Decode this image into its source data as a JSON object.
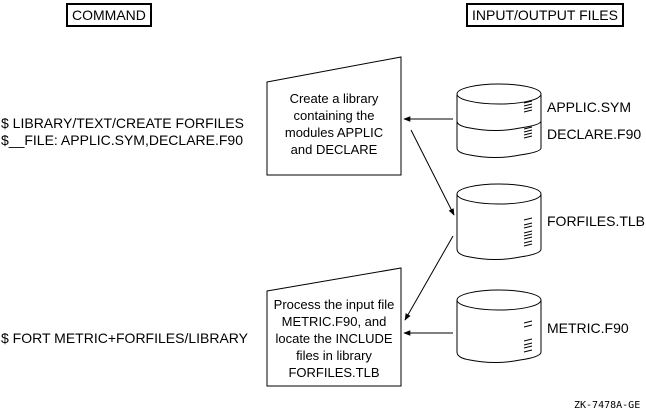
{
  "headers": {
    "command": "COMMAND",
    "files": "INPUT/OUTPUT FILES"
  },
  "commands": [
    "$ LIBRARY/TEXT/CREATE FORFILES",
    "$__FILE: APPLIC.SYM,DECLARE.F90",
    "$ FORT  METRIC+FORFILES/LIBRARY"
  ],
  "processes": [
    {
      "lines": [
        "Create a library",
        "containing the",
        "modules APPLIC",
        "and DECLARE"
      ]
    },
    {
      "lines": [
        "Process the input file",
        "METRIC.F90, and",
        "locate the INCLUDE",
        "files in library",
        "FORFILES.TLB"
      ]
    }
  ],
  "files": [
    {
      "label": "APPLIC.SYM"
    },
    {
      "label": "DECLARE.F90"
    },
    {
      "label": "FORFILES.TLB"
    },
    {
      "label": "METRIC.F90"
    }
  ],
  "figure_code": "ZK-7478A-GE"
}
